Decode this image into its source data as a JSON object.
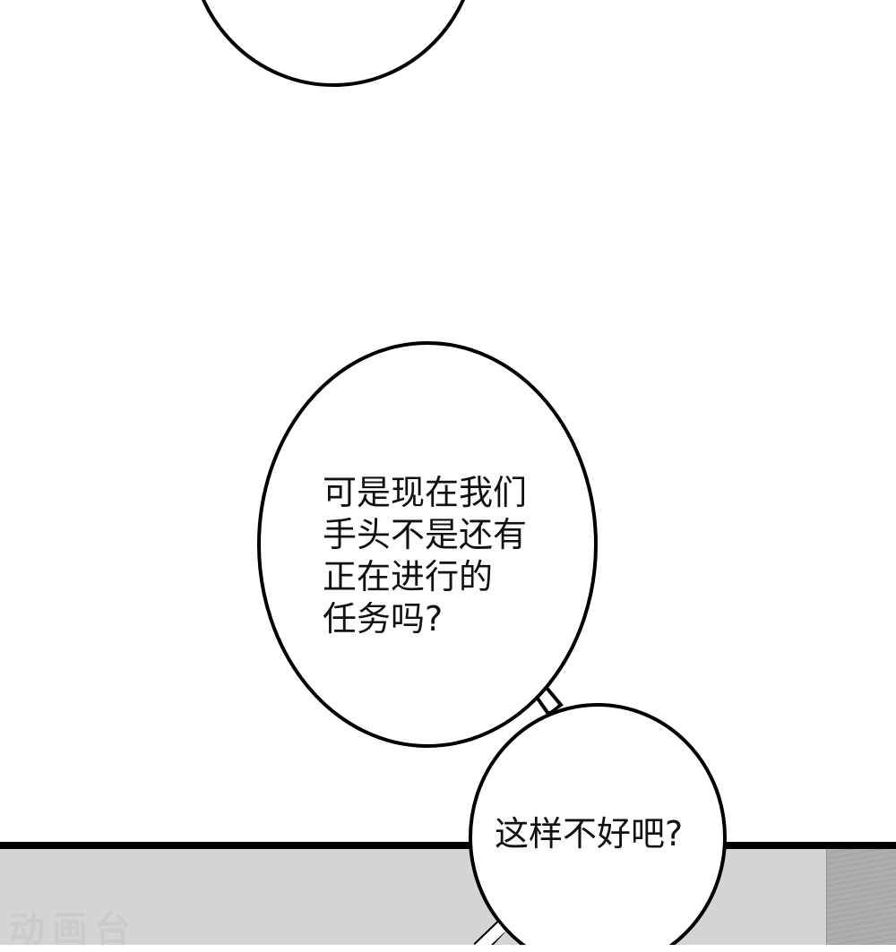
{
  "comic": {
    "panels": [
      {
        "id": "upper-panel",
        "background": "#ffffff",
        "bubbles": [
          {
            "id": "bubble-top",
            "text_lines": []
          },
          {
            "id": "bubble-main",
            "text_lines": [
              "可是现在我们",
              "手头不是还有",
              "正在进行的",
              "任务吗?"
            ]
          },
          {
            "id": "bubble-small",
            "text_lines": [
              "这样不好吧?"
            ]
          }
        ]
      },
      {
        "id": "lower-panel",
        "background": "#d4d4d4",
        "watermark": "动画台"
      }
    ],
    "colors": {
      "ink": "#000000",
      "paper": "#ffffff",
      "gray_panel": "#d4d4d4",
      "texture": "#aaaaaa"
    }
  }
}
